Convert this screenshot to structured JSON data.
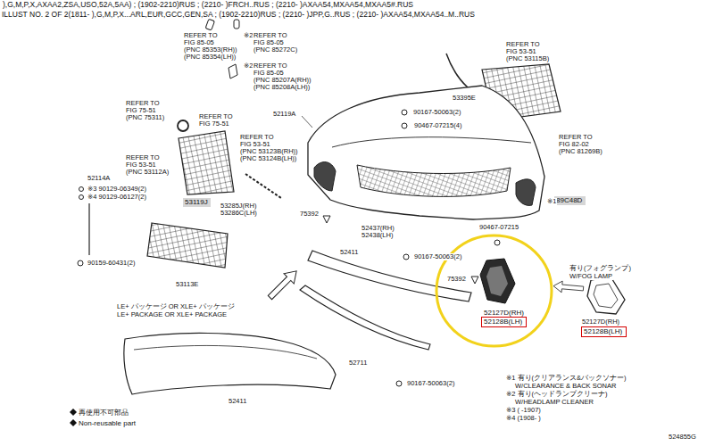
{
  "diagram": {
    "title": "ILLUST NO. 2 OF 2(1811- ),G,M,P,X...ARL,EUR,GCC,GEN,SA ; (1902-2210)RUS ; (2210- )JPP,G..RUS ; (2210- )AXAA54,MXAA54..M..RUS",
    "nodes": [
      {
        "text": [
          "53119J"
        ]
      },
      {
        "text": [
          "89C48D"
        ]
      },
      {
        "text": [
          "52127D(RH)"
        ]
      },
      {
        "text": [
          "52128B(LH)"
        ],
        "in": 2
      },
      {
        "text": [
          "52128B(LH)"
        ]
      }
    ],
    "labels": [
      "),G,M,P,X,AXAA2,ZSA,USO,52A,5AA) ; (1902-2210)RUS ; (2210- )FRCH..RUS ; (2210- )AXAA54,MXAA54,MXAA5#.RUS",
      "REFER TO",
      "FIG 85-05",
      "(PNC 85353(RH))",
      "(PNC 85354(LH))",
      "※2",
      "REFER TO",
      "FIG 85-05",
      "(PNC 85272C)",
      "※2",
      "REFER TO",
      "FIG 85-05",
      "(PNC 85207A(RH))",
      "(PNC 85208A(LH))",
      "REFER TO",
      "FIG 53-51",
      "(PNC 53115B)",
      "53395E",
      "REFER TO",
      "FIG 75-51",
      "(PNC 75311)",
      "REFER TO",
      "FIG 75-51",
      "52119A",
      "90167-50063(2)",
      "90467-07215(4)",
      "REFER TO",
      "FIG 53-51",
      "(PNC 53123B(RH))",
      "(PNC 53124B(LH))",
      "REFER TO",
      "FIG 82-02",
      "(PNC 81269B)",
      "REFER TO",
      "FIG 53-51",
      "(PNC 53112A)",
      "52114A",
      "※3 90129-06349(2)",
      "※4 90129-06127(2)",
      "53285J(RH)",
      "53286C(LH)",
      "75392",
      "※1",
      "52437(RH)",
      "52438(LH)",
      "90467-07215",
      "90167-50063(2)",
      "52411",
      "90159-60431(2)",
      "有り(フォグランプ)",
      "W/FOG LAMP",
      "75392",
      "53113E",
      "LE+ パッケージ OR XLE+ パッケージ",
      "LE+ PACKAGE OR XLE+ PACKAGE",
      "52127D(RH)",
      "52711",
      "※1 有り(クリアランス&バックソナー)",
      "W/CLEARANCE & BACK SONAR",
      "90167-50063(2)",
      "※2 有り(ヘッドランプクリーナ)",
      "W/HEADLAMP CLEANER",
      "52411",
      "※3 ( -1907)",
      "※4 (1908- )",
      "524855G"
    ],
    "legend": [
      {
        "text": "再使用不可部品"
      },
      {
        "text": "Non-reusable part"
      }
    ]
  }
}
